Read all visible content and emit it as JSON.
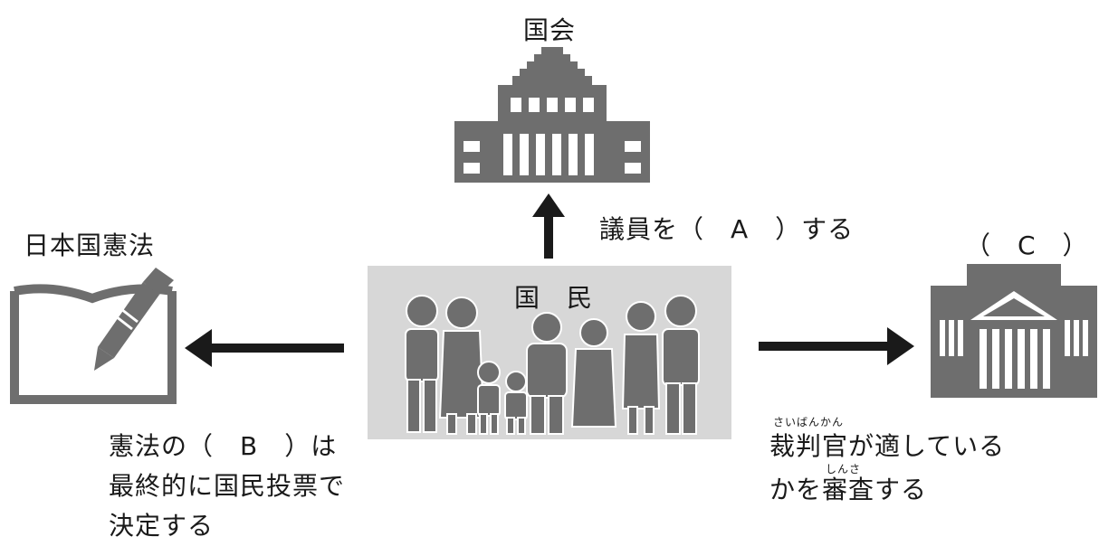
{
  "diagram": {
    "diet": {
      "label": "国会"
    },
    "constitution": {
      "label": "日本国憲法"
    },
    "people": {
      "label": "国　民"
    },
    "court": {
      "label": "（　C　）"
    },
    "arrow_up": {
      "label": "議員を（　A　）する"
    },
    "left_caption": {
      "lines": [
        "憲法の（　B　）は",
        "最終的に国民投票で",
        "決定する"
      ]
    },
    "right_caption": {
      "line1_kanji": "裁判官",
      "line1_ruby": "さいばんかん",
      "line1_rest": "が適している",
      "line2_pre": "かを",
      "line2_kanji": "審",
      "line2_ruby": "しんさ",
      "line2_kanji2": "査",
      "line2_rest": "する"
    }
  },
  "colors": {
    "icon": "#6e6e6e",
    "panel": "#d7d7d7",
    "arrow": "#1a1a1a"
  }
}
